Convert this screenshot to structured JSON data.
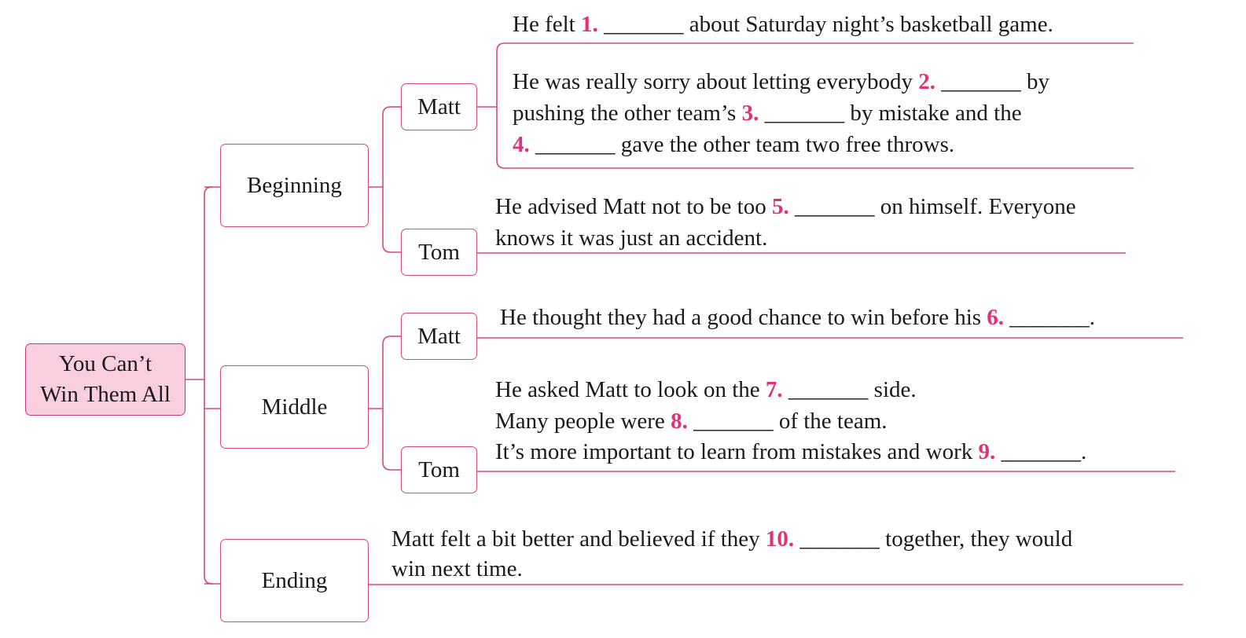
{
  "root": {
    "line1": "You Can’t",
    "line2": "Win Them All"
  },
  "sections": {
    "beginning": "Beginning",
    "middle": "Middle",
    "ending": "Ending"
  },
  "characters": {
    "matt": "Matt",
    "tom": "Tom"
  },
  "blank": "_______",
  "beginning": {
    "matt_1": {
      "a": "He felt ",
      "n1": "1.",
      "b": " about Saturday night’s basketball game."
    },
    "matt_2": {
      "l1a": "He was really sorry about letting everybody ",
      "n2": "2.",
      "l1b": " by",
      "l2a": "pushing the other team’s ",
      "n3": "3.",
      "l2b": " by mistake and the",
      "n4": "4.",
      "l3b": " gave the other team two free throws."
    },
    "tom": {
      "l1a": "He advised Matt not to be too ",
      "n5": "5.",
      "l1b": " on himself. Everyone",
      "l2": "knows it was just an accident."
    }
  },
  "middle": {
    "matt": {
      "a": "He thought they had a good chance to win before his ",
      "n6": "6.",
      "b": "."
    },
    "tom": {
      "l1a": "He asked Matt to look on the ",
      "n7": "7.",
      "l1b": " side.",
      "l2a": "Many people were ",
      "n8": "8.",
      "l2b": " of the team.",
      "l3a": "It’s more important to learn from mistakes and work ",
      "n9": "9.",
      "l3b": "."
    }
  },
  "ending": {
    "l1a": "Matt felt a bit better and believed if they ",
    "n10": "10.",
    "l1b": " together, they would",
    "l2": "win next time."
  },
  "colors": {
    "accent": "#d8477e",
    "root_fill": "#f9cfe0",
    "number": "#e1317a"
  }
}
